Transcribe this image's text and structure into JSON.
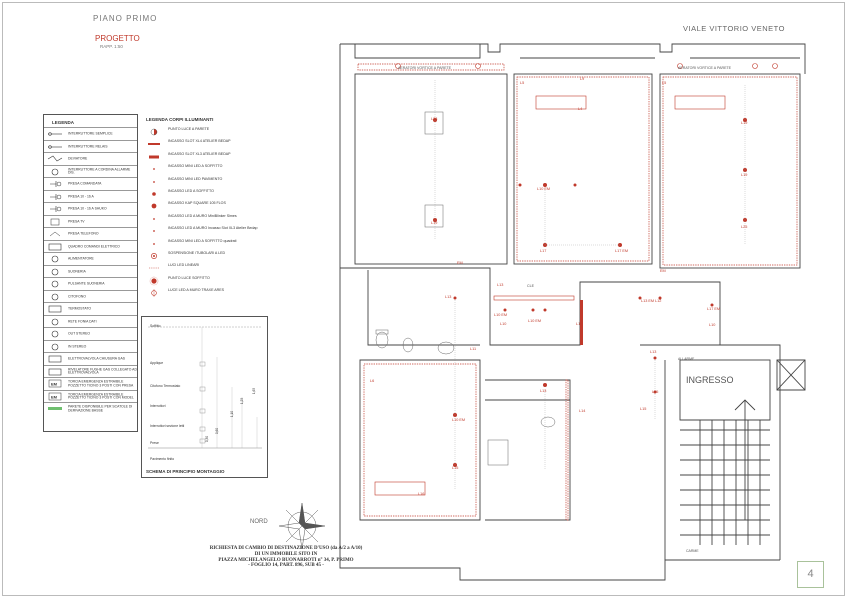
{
  "header": {
    "floor": "PIANO PRIMO",
    "stage": "PROGETTO",
    "scale": "RAPP. 1:50",
    "street": "VIALE VITTORIO VENETO"
  },
  "legend": {
    "title": "LEGENDA",
    "items": [
      "INTERRUTTORE SEMPLICE",
      "INTERRUTTORE RELAIS",
      "DEVIATORE",
      "INTERRUTTORE A CORDINA ALLARME DIS.",
      "PRESA COMANDATA",
      "PRESA 10 - 16 A",
      "PRESA 10 - 16 A SHUKO",
      "PRESA TV",
      "PRESA TELEFONO",
      "QUADRO COMANDI ELETTRICO",
      "ALIMENTATORE",
      "SUONERIA",
      "PULSANTE SUONERIA",
      "CITOFONO",
      "TERMOSTATO",
      "RETE FONIA DATI",
      "OUT STEREO",
      "IN STEREO",
      "ELETTROVALVOLA CHIUSURA GAS",
      "RIVELATORE FUGHE GAS COLLEGATO AD ELETTROVALVOLA",
      "TORCIA EMERGENZA ESTRAIBILE POZZETTO TICINO 3 POSTI CON PRESA",
      "TORCIA EMERGENZA ESTRAIBILE POZZETTO TICINO 3 POSTI CON MODEL",
      "PARETE DISPONIBILE PER SCATOLE DI DERIVAZIONE BASSE"
    ]
  },
  "lights": {
    "title": "LEGENDA CORPI ILLUMINANTI",
    "items": [
      "PUNTO LUCE A PARETE",
      "INCASSO SLOT XL4 ATELIER BEDAP",
      "INCASSO SLOT XL3 ATELIER BEDAP",
      "INCASSO MINI LED A SOFFITTO",
      "INCASSO MINI LED PAVIMENTO",
      "INCASSO LED A SOFFITTO",
      "INCASSO KAP SQUARE 105 FLOS",
      "INCASSO LED A MURO MiniBlinker Simes",
      "INCASSO LED A MURO Incasso Slot XL3 Atelier Bedap",
      "INCASSO MINI LED A SOFFITTO quadrati",
      "SOSPENSIONE /TUBOLARI A LED",
      "LUCI LED LINEARI",
      "PUNTO LUCE SOFFITTO",
      "LUCE LED A MURO TRAXE ARES"
    ]
  },
  "mounting": {
    "title": "SCHEMA DI PRINCIPIO MONTAGGIO",
    "labels": [
      "Soffitto",
      "Applique",
      "Citofono Termostato",
      "Interruttori",
      "Interruttori sezione letti",
      "Prese",
      "Pavimento finito"
    ],
    "dims": [
      "1,65",
      "1,25",
      "1,10",
      "0,60",
      "0,30"
    ]
  },
  "plan": {
    "aerators": [
      "AERATORI VORTICE A PARETE",
      "AERATORI VORTICE A PARETE"
    ],
    "entrance": "INGRESSO",
    "stairs_up": "ALLARME",
    "stairs_down": "CARME",
    "north": "NORD",
    "tags": [
      "L23",
      "L4",
      "L5",
      "L19",
      "L19",
      "L25",
      "L19",
      "L5",
      "L10 EM",
      "L17",
      "L17 EM",
      "EM",
      "L13",
      "L13 EM",
      "L10",
      "L10 EM",
      "L12",
      "L10",
      "L12",
      "L13",
      "L6",
      "L13",
      "L11",
      "L10 EM",
      "L15",
      "L14",
      "L15",
      "L16",
      "L13",
      "EM",
      "L17 EM",
      "L10 EM",
      "L9",
      "L15"
    ],
    "hvac": "CLE"
  },
  "footer": {
    "lines": [
      "RICHIESTA DI CAMBIO DI DESTINAZIONE D'USO (da A/2 a A/10)",
      "DI UN IMMOBILE SITO IN",
      "PIAZZA MICHELANGELO BUONARROTI n° 34, P. PRIMO",
      "- FOGLIO 14, PART. 896, SUB 45 -"
    ],
    "page": "4"
  },
  "colors": {
    "accent": "#c0392b",
    "wall": "#444444"
  }
}
